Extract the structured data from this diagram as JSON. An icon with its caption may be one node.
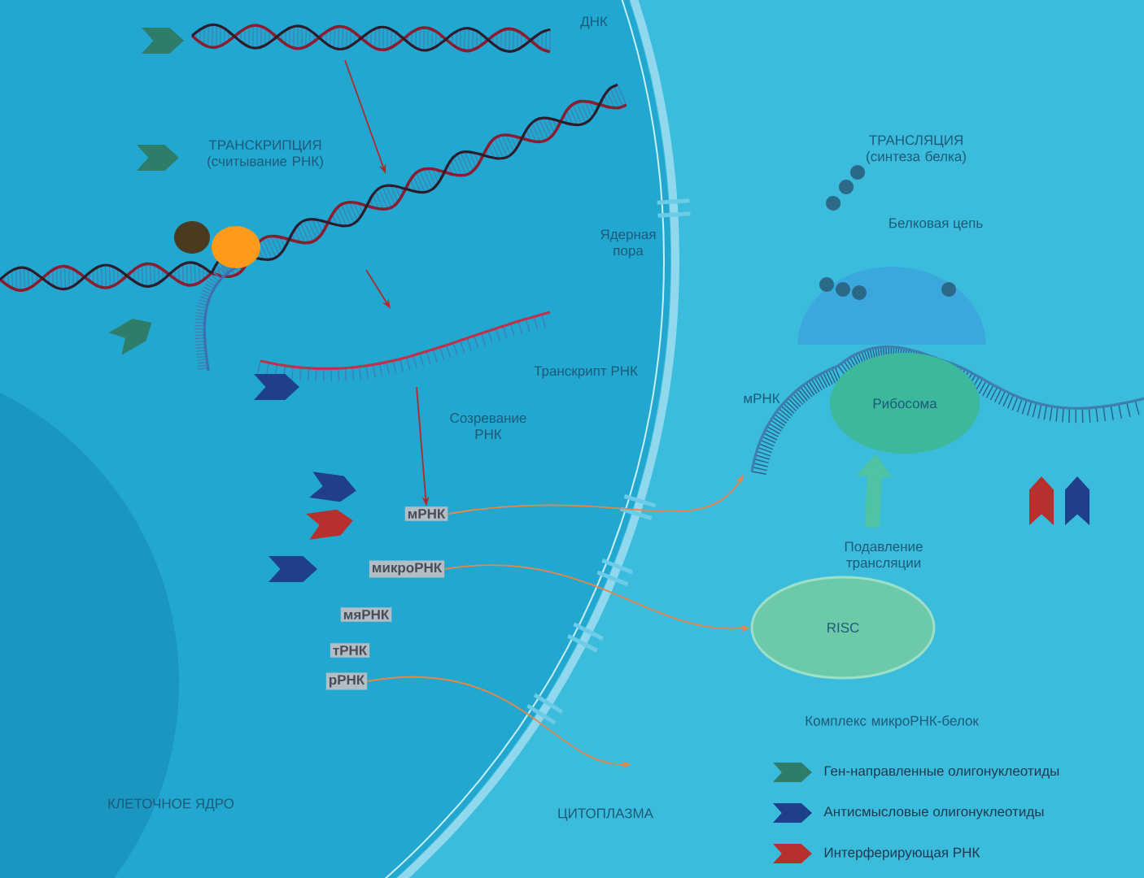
{
  "diagram": {
    "nodes": [
      {
        "text": [],
        "shape": "picture",
        "beside": [
          "ДНК"
        ]
      },
      {
        "text": [
          "ТРАНСКРИПЦИЯ (считывание РНК)"
        ]
      },
      {
        "text": [
          "Транскрипт РНК"
        ]
      },
      {
        "text": [
          "мРНК"
        ]
      },
      {
        "text": [
          "микроРНК"
        ]
      },
      {
        "text": [
          "мяРНК"
        ]
      },
      {
        "text": [
          "тРНК"
        ]
      },
      {
        "text": [
          "рРНК"
        ]
      },
      {
        "text": [
          "мРНК"
        ]
      },
      {
        "text": [
          "Рибосома"
        ]
      },
      {
        "text": [
          "RISC"
        ],
        "beside": [
          "Комплекс микроРНК-белок"
        ]
      }
    ],
    "edges": [
      {
        "from": 0,
        "to": 1,
        "arrow": "to",
        "color": "#b02a2a"
      },
      {
        "from": 1,
        "to": 2,
        "arrow": "to",
        "color": "#b02a2a"
      },
      {
        "from": 2,
        "to": 3,
        "arrow": "to",
        "label": "Созревание РНК",
        "color": "#b02a2a"
      },
      {
        "from": 3,
        "to": 8,
        "arrow": "to",
        "color": "#e8864a"
      },
      {
        "from": 4,
        "to": 10,
        "arrow": "to",
        "color": "#e8864a"
      },
      {
        "from": 7,
        "to": null,
        "arrow": "to",
        "color": "#e8864a"
      },
      {
        "from": 10,
        "to": 9,
        "arrow": "to",
        "label": "Подавление трансляции",
        "style": "thick",
        "color": "#4fc4a4"
      }
    ],
    "labels": [
      "ТРАНСЛЯЦИЯ (синтеза белка)",
      "Белковая цепь",
      "Ядерная пора",
      "КЛЕТОЧНОЕ ЯДРО",
      "ЦИТОПЛАЗМА"
    ],
    "legend": [
      {
        "text": "Ген-направленные олигонуклеотиды",
        "color": "#2e7d6b"
      },
      {
        "text": "Антисмысловые олигонуклеотиды",
        "color": "#1f3f8a"
      },
      {
        "text": "Интерферирующая РНК",
        "color": "#b8302e"
      }
    ]
  }
}
